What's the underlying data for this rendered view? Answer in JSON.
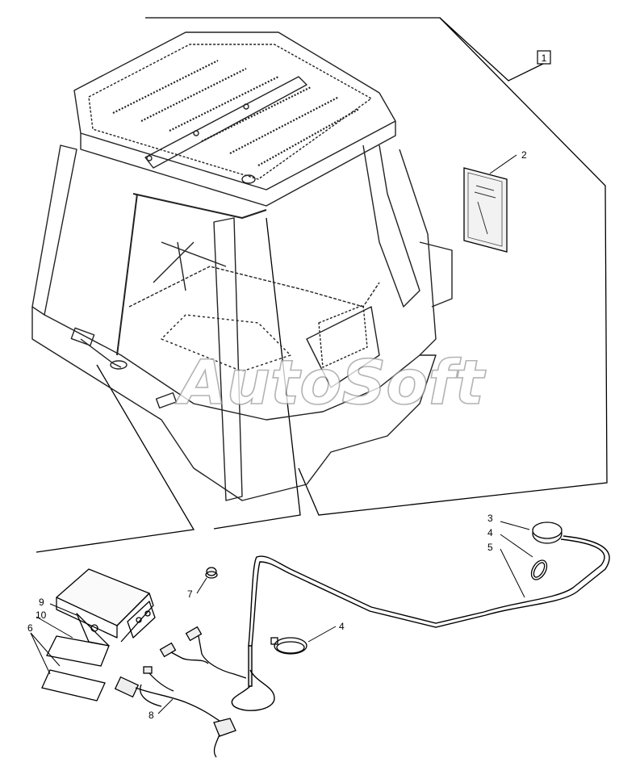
{
  "diagram": {
    "kit_callout": "1",
    "callouts": {
      "manual": "2",
      "antenna": "3",
      "clamp_upper": "4",
      "cable_upper": "5",
      "clamp_lower": "4",
      "plug": "7",
      "harness": "8",
      "module": "9",
      "pad_small": "10",
      "pad_large": "6"
    },
    "watermark": "AutoSoft"
  }
}
